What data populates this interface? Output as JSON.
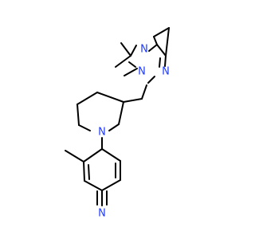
{
  "molecule": {
    "atoms": [
      {
        "id": "n_tri_a",
        "symbol": "N",
        "color": "#1f3cff"
      },
      {
        "id": "n_tri_b",
        "symbol": "N",
        "color": "#1f3cff"
      },
      {
        "id": "n_tri_c",
        "symbol": "N",
        "color": "#1f3cff"
      },
      {
        "id": "n_pip",
        "symbol": "N",
        "color": "#1f3cff"
      },
      {
        "id": "n_nitrile",
        "symbol": "N",
        "color": "#1f3cff"
      }
    ],
    "bond_color": "#000000",
    "background": "#ffffff"
  }
}
